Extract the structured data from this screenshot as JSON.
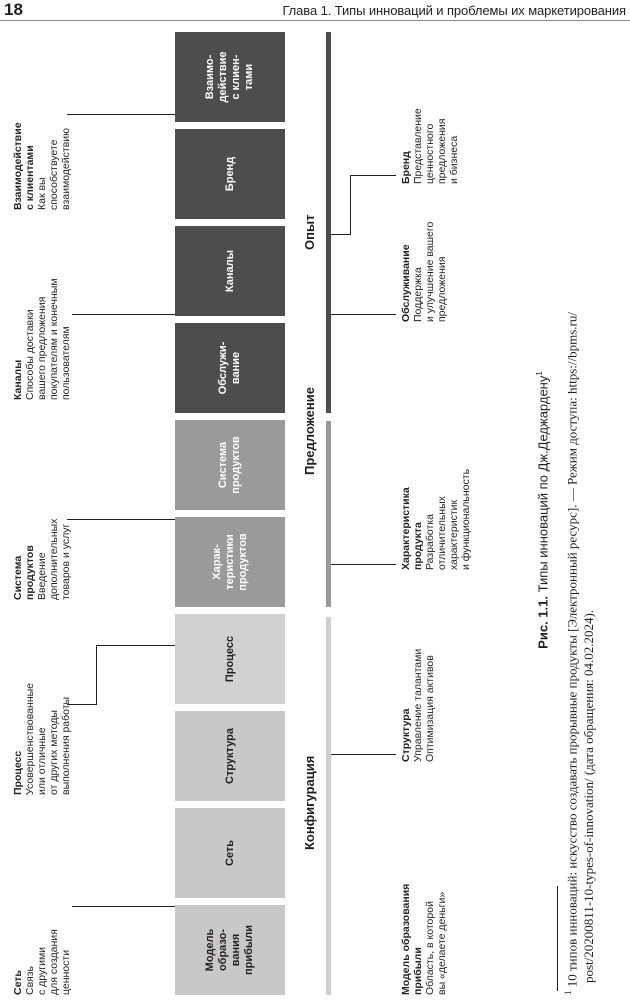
{
  "header": {
    "page_number": "18",
    "chapter_title": "Глава 1. Типы инноваций и проблемы их маркетирования"
  },
  "categories_top": [
    {
      "title": "Сеть",
      "desc": [
        "Связь",
        "с другими",
        "для создания",
        "ценности"
      ]
    },
    {
      "title": "Процесс",
      "desc": [
        "Усовершенствованные",
        "или отличные",
        "от других методы",
        "выполнения работы"
      ]
    },
    {
      "title": "Система",
      "title2": "продуктов",
      "desc": [
        "Введение",
        "дополнительных",
        "товаров и услуг"
      ]
    },
    {
      "title": "Каналы",
      "desc": [
        "Способы доставки",
        "вашего предложения",
        "покупателям и конечным",
        "пользователям"
      ]
    },
    {
      "title": "Взаимодействие",
      "title2": "с клиентами",
      "desc": [
        "Как вы",
        "способствуете",
        "взаимодействию"
      ]
    }
  ],
  "boxes": [
    {
      "label": [
        "Модель",
        "образо-",
        "вания",
        "прибыли"
      ]
    },
    {
      "label": [
        "Сеть"
      ]
    },
    {
      "label": [
        "Структура"
      ]
    },
    {
      "label": [
        "Процесс"
      ]
    },
    {
      "label": [
        "Харак-",
        "теристики",
        "продуктов"
      ]
    },
    {
      "label": [
        "Система",
        "продуктов"
      ]
    },
    {
      "label": [
        "Обслужи-",
        "вание"
      ]
    },
    {
      "label": [
        "Каналы"
      ]
    },
    {
      "label": [
        "Бренд"
      ]
    },
    {
      "label": [
        "Взаимо-",
        "действие",
        "с клиен-",
        "тами"
      ]
    }
  ],
  "groups": [
    "Конфигурация",
    "Предложение",
    "Опыт"
  ],
  "categories_bottom": [
    {
      "title": "Модель образования",
      "title2": "прибыли",
      "desc": [
        "Область, в которой",
        "вы «делаете деньги»"
      ]
    },
    {
      "title": "Структура",
      "desc": [
        "Управление талантами",
        "Оптимизация активов"
      ]
    },
    {
      "title": "Характеристика",
      "title2": "продукта",
      "desc": [
        "Разработка",
        "отличительных",
        "характеристик",
        "и функциональность"
      ]
    },
    {
      "title": "Обслуживание",
      "desc": [
        "Поддержка",
        "и улучшение вашего",
        "предложения"
      ]
    },
    {
      "title": "Бренд",
      "desc": [
        "Представление",
        "ценностного",
        "предложения",
        "и бизнеса"
      ]
    }
  ],
  "caption": {
    "prefix": "Рис. 1.1.",
    "text": "Типы инноваций по Дж.Деджардену",
    "sup": "1"
  },
  "footnote": {
    "marker": "1",
    "line1": "10 типов инноваций: искусство создавать прорывные продукты [Электронный ресурс]. — Режим доступа: https://bpms.ru/",
    "line2": "post/20200811-10-types-of-innovation/ (дата обращения: 04.02.2024)."
  }
}
